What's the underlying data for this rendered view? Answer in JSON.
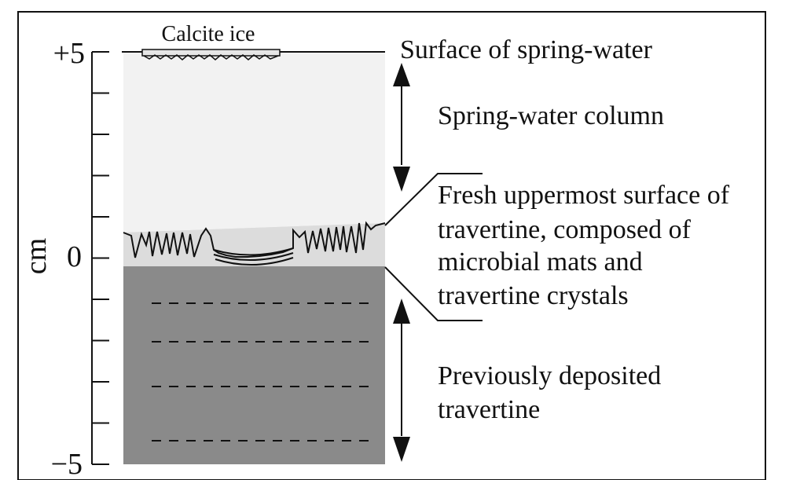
{
  "axis": {
    "unit_label": "cm",
    "ticks": {
      "top": "+5",
      "zero": "0",
      "bottom": "−5"
    }
  },
  "labels": {
    "calcite_ice": "Calcite ice",
    "surface": "Surface of spring-water",
    "column": "Spring-water column",
    "fresh_surface": [
      "Fresh uppermost surface of",
      "travertine, composed of",
      "microbial mats and",
      "travertine crystals"
    ],
    "previous": [
      "Previously deposited",
      "travertine"
    ]
  },
  "colors": {
    "water": "#f2f2f2",
    "fresh_layer": "#dcdcdc",
    "old_travertine": "#8a8a8a",
    "ink": "#111111"
  }
}
